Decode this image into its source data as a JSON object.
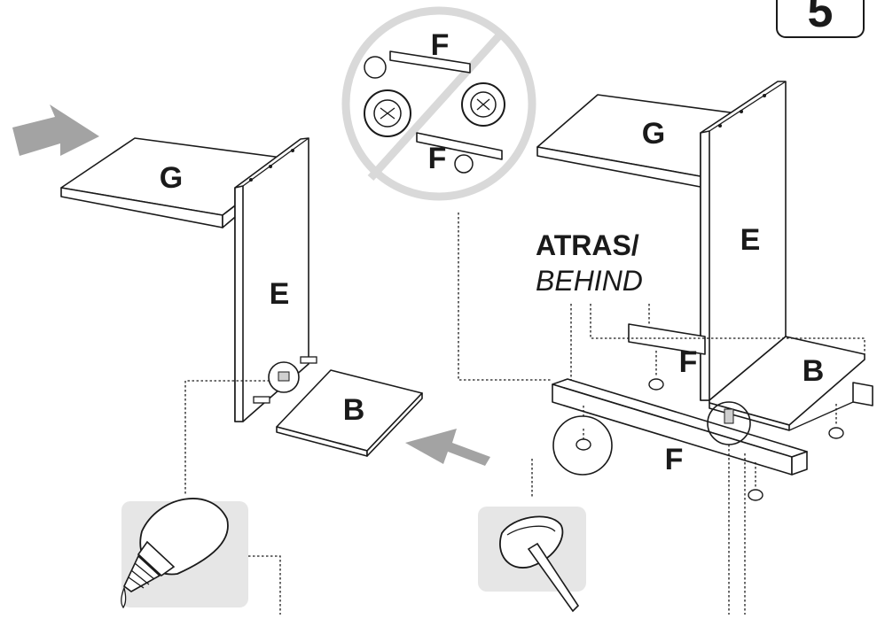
{
  "step": {
    "number": "5"
  },
  "parts": {
    "g": "G",
    "e": "E",
    "b": "B",
    "f": "F"
  },
  "note": {
    "line1": "ATRAS/",
    "line2": "BEHIND"
  },
  "icons": {
    "glue": "glue-bottle-icon",
    "hammer": "rubber-mallet-icon",
    "prohibited": "prohibited-circle-icon",
    "arrow": "push-arrow-icon",
    "cam_lock": "cam-lock-icon"
  },
  "colors": {
    "ink": "#1a1a1a",
    "arrow_gray": "#a3a3a3",
    "tool_box": "#e6e6e6",
    "prohibit_ring": "#d9d9d9"
  }
}
